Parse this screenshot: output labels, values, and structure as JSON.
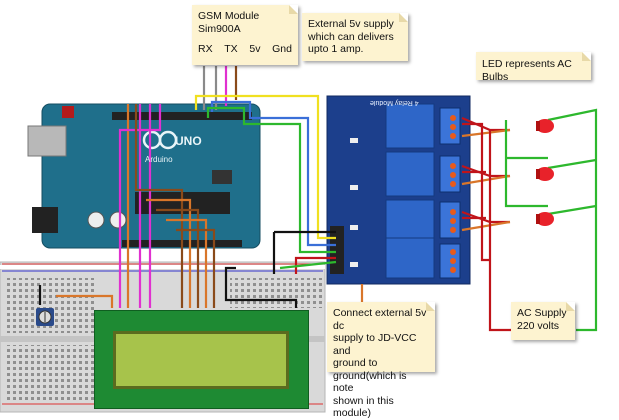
{
  "notes": {
    "gsm_module": {
      "title_line1": "GSM Module",
      "title_line2": "Sim900A",
      "pins": [
        "RX",
        "TX",
        "5v",
        "Gnd"
      ]
    },
    "external_supply": {
      "line1": "External 5v supply",
      "line2": "which can delivers",
      "line3": "upto 1 amp."
    },
    "led_note": "LED represents AC Bulbs",
    "dc_note": {
      "line1": "Connect external 5v dc",
      "line2": "supply to JD-VCC and",
      "line3": "ground to",
      "line4": "ground(which is note",
      "line5": "shown in this module)"
    },
    "ac_supply": {
      "line1": "AC Supply",
      "line2": "220 volts"
    }
  },
  "boards": {
    "arduino_label": "UNO",
    "arduino_brand": "Arduino",
    "relay_label": "4 Relay Module"
  },
  "colors": {
    "arduino": "#1f6f8b",
    "relay_board": "#1c3f8c",
    "lcd_pcb": "#1e8a33",
    "lcd_screen": "#a7c34b",
    "breadboard": "#d9d9d9",
    "note_bg": "#fdf3d0",
    "wire_yellow": "#f0e020",
    "wire_blue": "#3a6fd8",
    "wire_green": "#2db82d",
    "wire_black": "#111111",
    "wire_red": "#c0141a",
    "wire_orange": "#d9762a",
    "wire_magenta": "#e030d0",
    "wire_brown": "#8a4a1a",
    "wire_gray": "#8a8a8a",
    "led_red": "#e8222a"
  }
}
